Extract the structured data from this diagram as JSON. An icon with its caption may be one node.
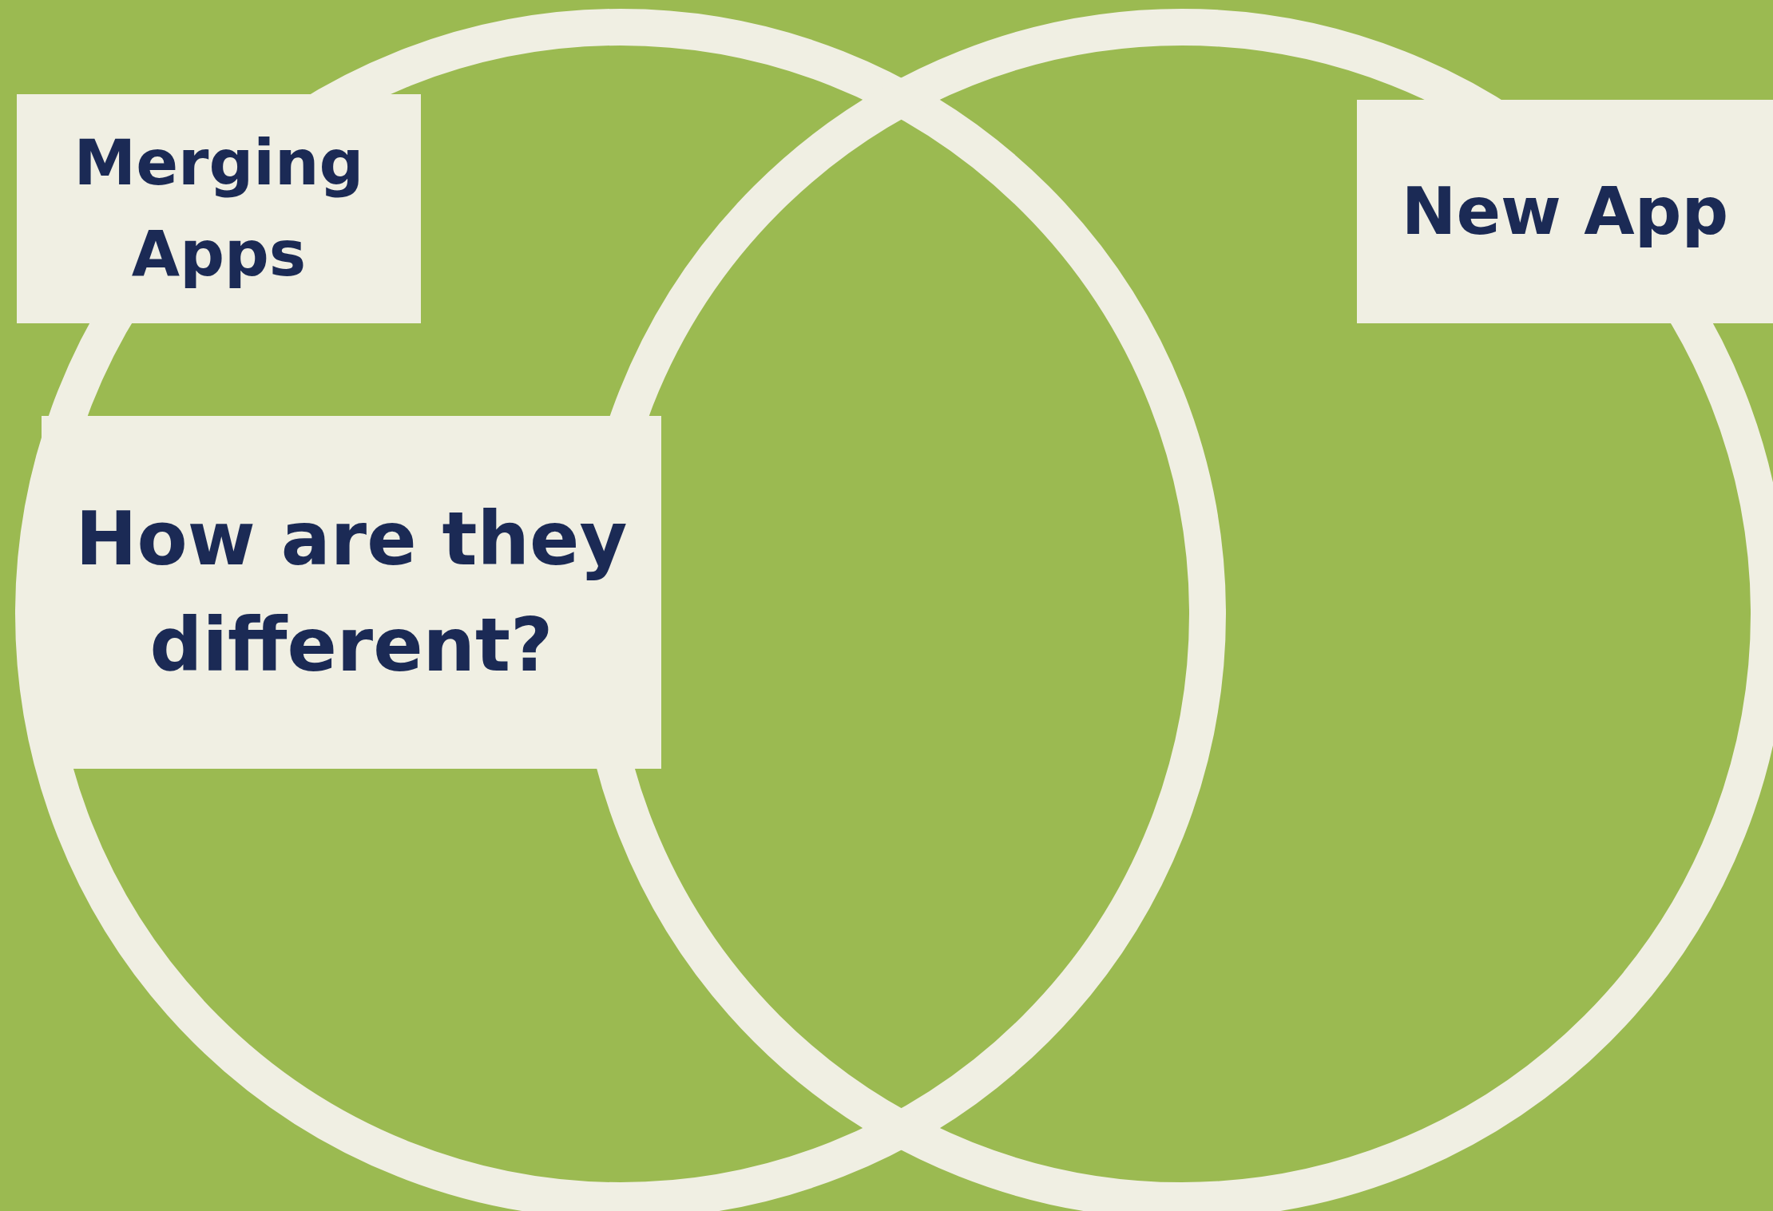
{
  "diagram": {
    "nodes": [
      {
        "text": [
          "Merging Apps"
        ]
      },
      {
        "text": [
          "New App"
        ]
      },
      {
        "text": [
          "How are they different?"
        ]
      }
    ]
  }
}
